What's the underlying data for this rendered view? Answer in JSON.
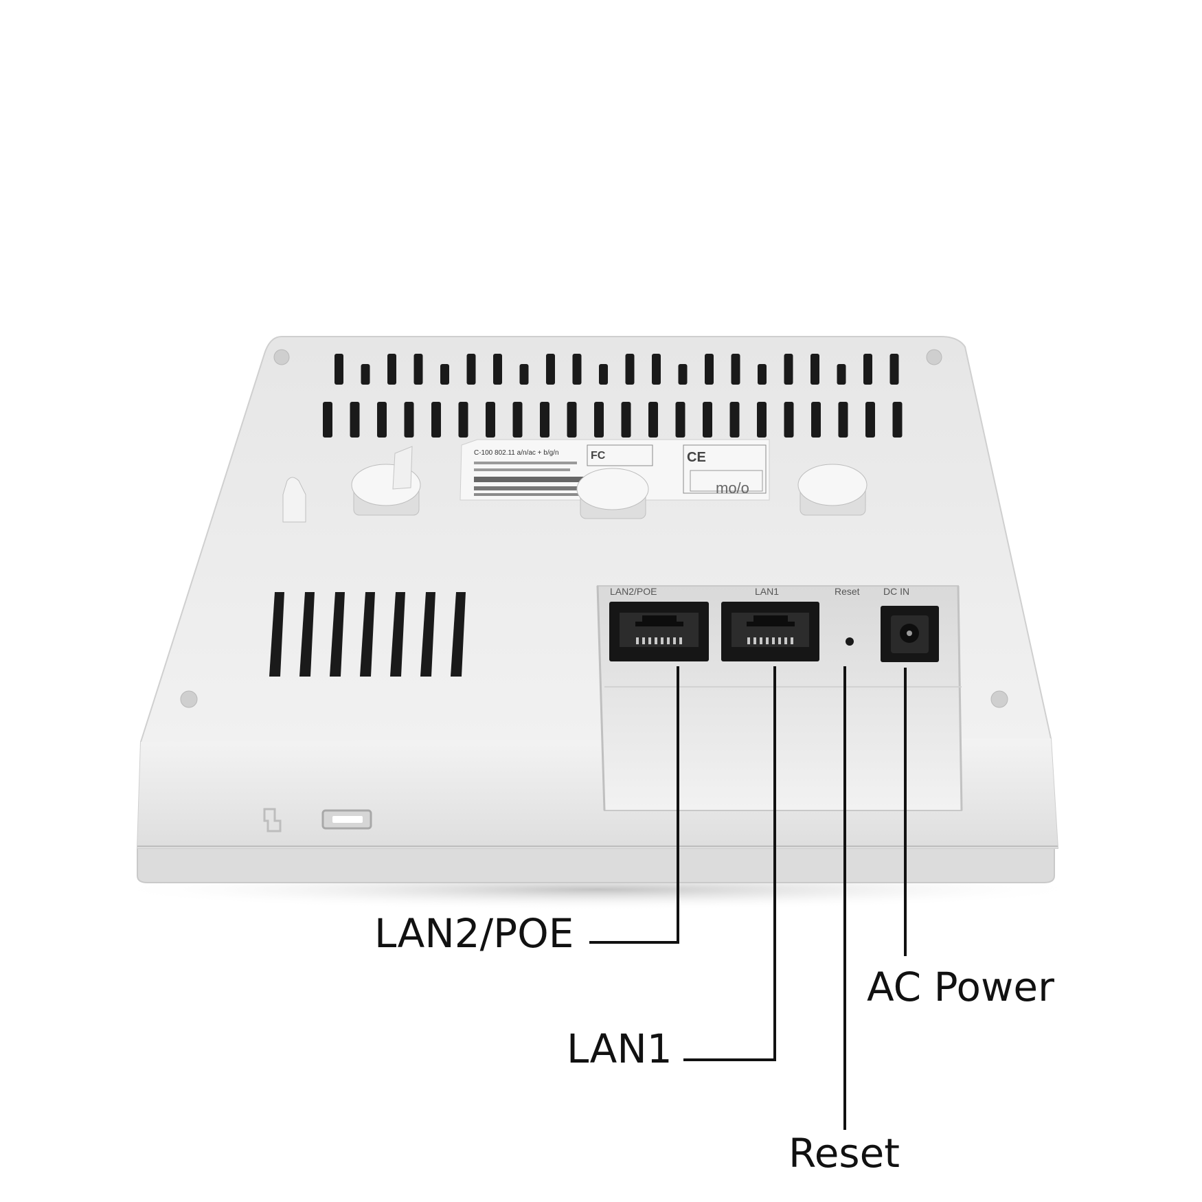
{
  "device": {
    "port_labels": {
      "lan2_poe": "LAN2/POE",
      "lan1": "LAN1",
      "reset": "Reset",
      "dc_in": "DC IN"
    },
    "brand_mark": "mo/o",
    "product_label": {
      "model_line": "C-100 802.11 a/n/ac + b/g/n"
    }
  },
  "callouts": {
    "lan2_poe": "LAN2/POE",
    "lan1": "LAN1",
    "ac_power": "AC Power",
    "reset": "Reset"
  },
  "colors": {
    "background": "#ffffff",
    "housing": "#eeeeee",
    "vent": "#1a1a1a",
    "port": "#151515",
    "leader_line": "#111111"
  }
}
